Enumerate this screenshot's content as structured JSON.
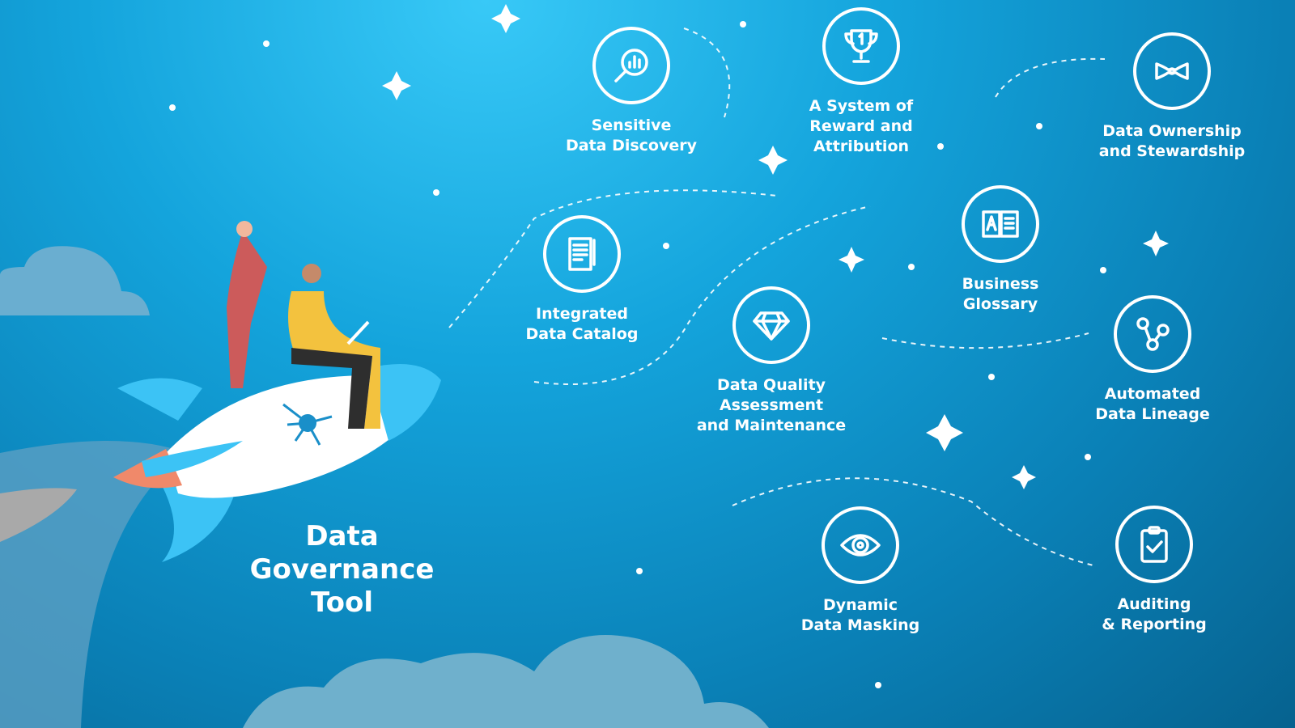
{
  "title": "Data\nGovernance\nTool",
  "colors": {
    "bg_light": "#38c9f7",
    "bg_dark": "#06628f",
    "cloud": "#6fb0cc",
    "accent": "#ffffff"
  },
  "features": [
    {
      "label": "Sensitive\nData Discovery",
      "icon": "magnifier-chart-icon"
    },
    {
      "label": "A System of\nReward and\nAttribution",
      "icon": "trophy-icon"
    },
    {
      "label": "Data Ownership\nand Stewardship",
      "icon": "bow-tie-icon"
    },
    {
      "label": "Integrated\nData Catalog",
      "icon": "document-icon"
    },
    {
      "label": "Business\nGlossary",
      "icon": "book-icon"
    },
    {
      "label": "Data Quality\nAssessment\nand Maintenance",
      "icon": "diamond-icon"
    },
    {
      "label": "Automated\nData Lineage",
      "icon": "lineage-icon"
    },
    {
      "label": "Dynamic\nData Masking",
      "icon": "eye-icon"
    },
    {
      "label": "Auditing\n& Reporting",
      "icon": "clipboard-check-icon"
    }
  ]
}
